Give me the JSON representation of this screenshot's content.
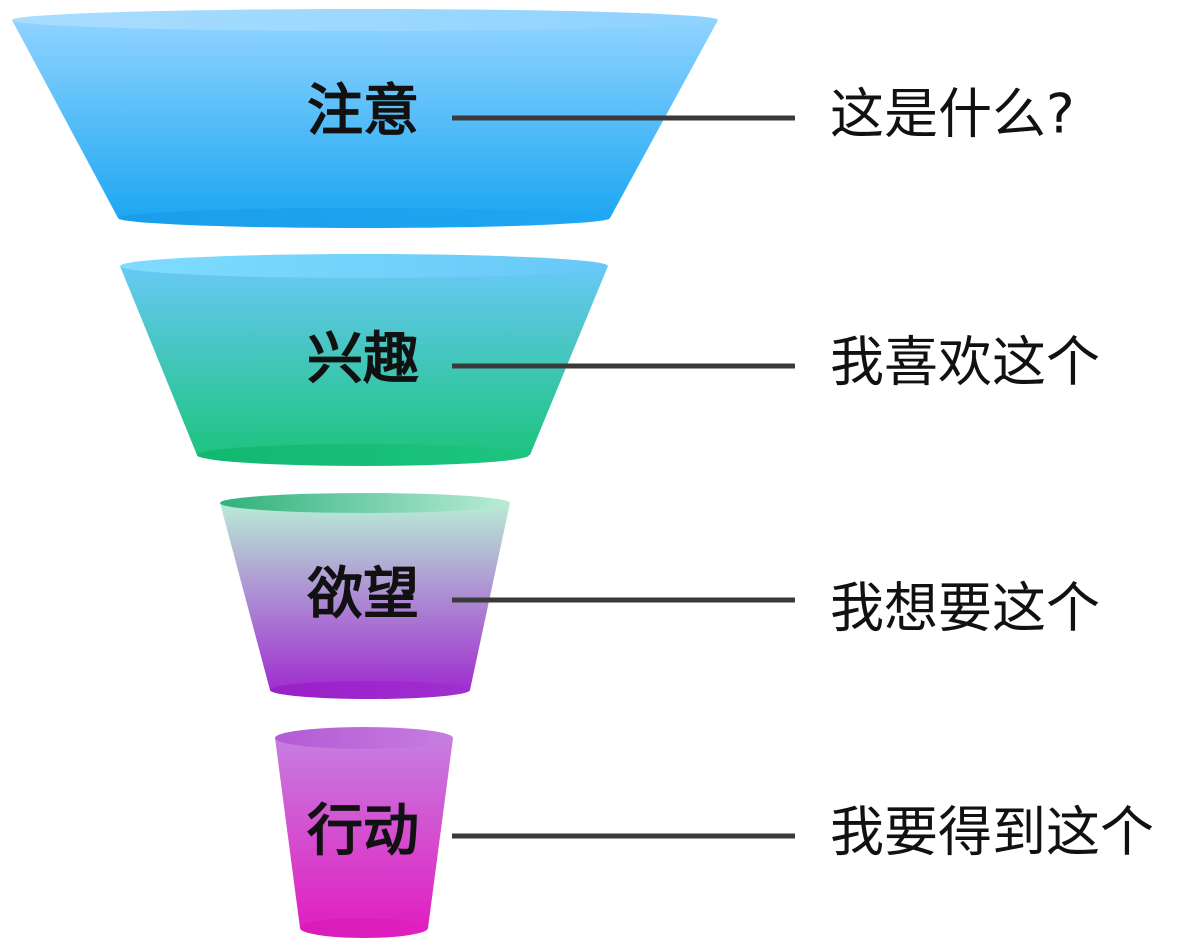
{
  "stages": [
    {
      "label": "注意",
      "description": "这是什么?",
      "colors": {
        "top": "#8fd3ff",
        "bottom": "#1ea7f2",
        "rim": "#a9ddff",
        "base": "#1b9eea"
      }
    },
    {
      "label": "兴趣",
      "description": "我喜欢这个",
      "colors": {
        "top": "#68c8f6",
        "bottom": "#1dc47f",
        "rim": "#7fdcff",
        "base": "#12b870"
      }
    },
    {
      "label": "欲望",
      "description": "我想要这个",
      "colors": {
        "top": "#b9ecd6",
        "bottom": "#a02ed0",
        "rim": "#2fb27b",
        "base": "#9a1fc8"
      }
    },
    {
      "label": "行动",
      "description": "我要得到这个",
      "colors": {
        "top": "#c77ee0",
        "bottom": "#e020c0",
        "rim": "#b35ad6",
        "base": "#d81bb8"
      }
    }
  ]
}
